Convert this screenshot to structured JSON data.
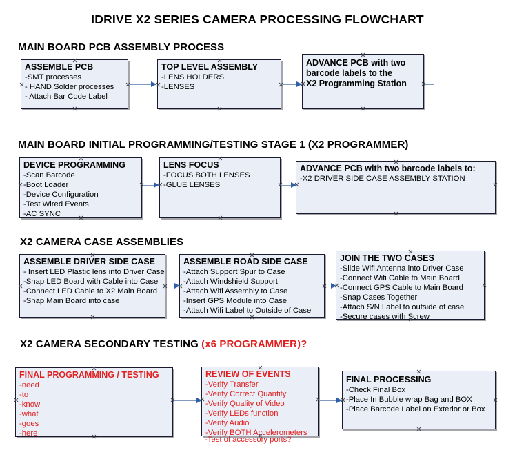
{
  "document": {
    "title": "IDRIVE X2  SERIES CAMERA PROCESSING FLOWCHART",
    "accent_red": "#e02020",
    "box_fill": "#eaeff7",
    "box_border": "#1a1a2e",
    "connector_color": "#7f9cc0",
    "arrow_color": "#2f5fa8"
  },
  "sections": [
    {
      "id": "main-board-pcb-assembly",
      "heading": "MAIN BOARD PCB ASSEMBLY PROCESS",
      "heading_red": "",
      "boxes": [
        {
          "id": "assemble-pcb",
          "title": "ASSEMBLE PCB",
          "lines": [
            "-SMT processes",
            "- HAND Solder processes",
            "- Attach Bar Code Label"
          ]
        },
        {
          "id": "top-level-assembly",
          "title": "TOP LEVEL ASSEMBLY",
          "lines": [
            "-LENS HOLDERS",
            "-LENSES"
          ]
        },
        {
          "id": "advance-pcb-programming-station",
          "title": "ADVANCE PCB with two",
          "title_lines": [
            "ADVANCE PCB with two",
            "barcode labels to the",
            " X2 Programming Station"
          ],
          "lines": []
        }
      ]
    },
    {
      "id": "main-board-initial-programming",
      "heading": "MAIN BOARD INITIAL PROGRAMMING/TESTING STAGE 1 (X2 PROGRAMMER)",
      "heading_red": "",
      "boxes": [
        {
          "id": "device-programming",
          "title": "DEVICE PROGRAMMING",
          "lines": [
            "-Scan Barcode",
            "-Boot Loader",
            "-Device Configuration",
            "-Test Wired Events",
            "-AC SYNC"
          ]
        },
        {
          "id": "lens-focus",
          "title": "LENS FOCUS",
          "lines": [
            "-FOCUS BOTH LENSES",
            "-GLUE LENSES"
          ]
        },
        {
          "id": "advance-pcb-driver-side-case",
          "title": "ADVANCE PCB with two barcode labels to:",
          "lines": [
            "-X2 DRIVER  SIDE  CASE  ASSEMBLY STATION"
          ]
        }
      ]
    },
    {
      "id": "x2-camera-case-assemblies",
      "heading": "X2 CAMERA CASE ASSEMBLIES",
      "heading_red": "",
      "boxes": [
        {
          "id": "assemble-driver-side-case",
          "title": "ASSEMBLE DRIVER SIDE CASE",
          "lines": [
            "- Insert LED Plastic lens into Driver Case",
            "-Snap LED Board with Cable into Case",
            "-Connect LED Cable to X2 Main Board",
            "-Snap Main Board into case"
          ]
        },
        {
          "id": "assemble-road-side-case",
          "title": "ASSEMBLE ROAD SIDE CASE",
          "lines": [
            "-Attach Support Spur to Case",
            "-Attach Windshield Support",
            "-Attach Wifi Assembly to Case",
            "-Insert GPS Module into Case",
            "-Attach Wifi Label to Outside of Case"
          ]
        },
        {
          "id": "join-the-two-cases",
          "title": "JOIN THE TWO CASES",
          "lines": [
            "-Slide Wifi Antenna into Driver Case",
            "-Connect Wifi Cable to Main Board",
            "-Connect GPS Cable to Main Board",
            "-Snap Cases Together",
            "-Attach S/N Label to outside of case",
            "-Secure cases with Screw"
          ]
        }
      ]
    },
    {
      "id": "x2-camera-secondary-testing",
      "heading": "X2 CAMERA SECONDARY TESTING ",
      "heading_red": "(x6 PROGRAMMER)?",
      "boxes": [
        {
          "id": "final-programming-testing",
          "title": "FINAL PROGRAMMING / TESTING",
          "lines": [
            "-need",
            "-to",
            "-know",
            "-what",
            "-goes",
            "-here"
          ]
        },
        {
          "id": "review-of-events",
          "title": "REVIEW OF EVENTS",
          "lines": [
            "-Verify Transfer",
            "-Verify Correct Quantity",
            "-Verify Quality of Video",
            "-Verify LEDs function",
            "-Verify Audio",
            "-Verify BOTH Accelerometers"
          ],
          "overflow_line": "-Test of accessory ports?"
        },
        {
          "id": "final-processing",
          "title": "FINAL PROCESSING",
          "lines": [
            " -Check Final Box",
            "-Place In Bubble wrap Bag and BOX",
            "-Place Barcode Label on Exterior or Box"
          ]
        }
      ]
    }
  ]
}
